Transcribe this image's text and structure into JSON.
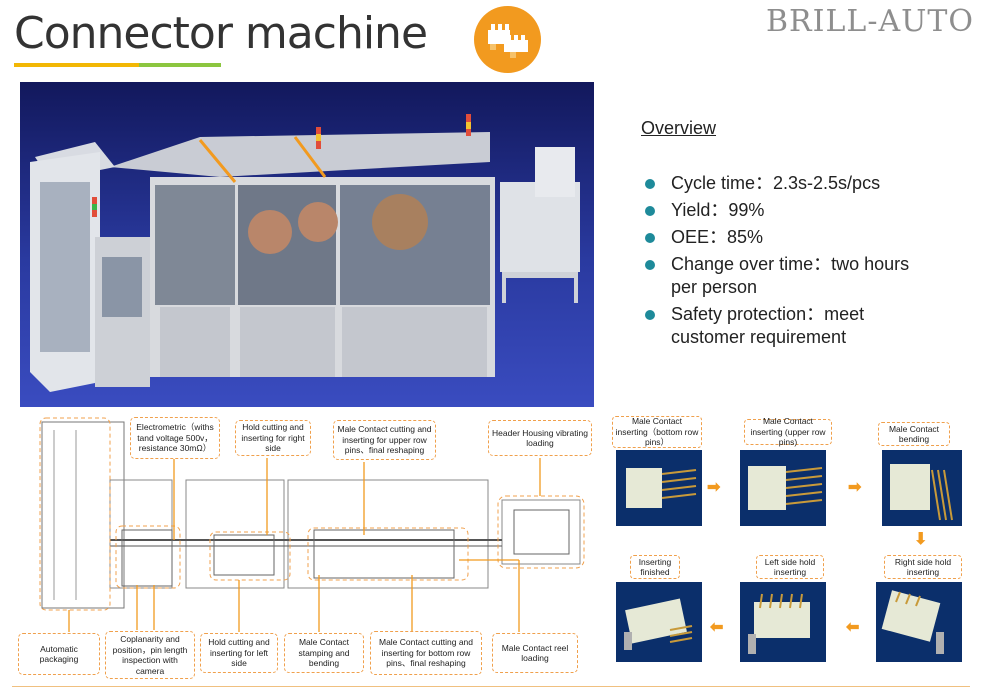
{
  "header": {
    "title": "Connector machine",
    "logo": "BRILL-AUTO"
  },
  "overview": {
    "heading": "Overview",
    "bullets": [
      {
        "line1": "Cycle time：2.3s-2.5s/pcs",
        "line2": ""
      },
      {
        "line1": "Yield：99%",
        "line2": ""
      },
      {
        "line1": "OEE：85%",
        "line2": ""
      },
      {
        "line1": "Change over time：two hours",
        "line2": "per person"
      },
      {
        "line1": "Safety protection：meet",
        "line2": "customer requirement"
      }
    ]
  },
  "layout_labels": {
    "electrometric": "Electrometric（withs tand voltage 500v，resistance 30mΩ）",
    "hold_right": "Hold cutting and inserting for right side",
    "male_upper": "Male Contact cutting and inserting for upper row pins、final reshaping",
    "header_housing": "Header Housing vibrating loading",
    "auto_packaging": "Automatic packaging",
    "coplanarity": "Coplanarity and position，pin length inspection with camera",
    "hold_left": "Hold cutting and inserting for left side",
    "male_stamping": "Male Contact stamping and bending",
    "male_bottom": "Male  Contact cutting and inserting for bottom row pins、final reshaping",
    "male_reel": "Male Contact reel loading"
  },
  "flow": {
    "steps": [
      "Male Contact inserting（bottom row pins）",
      "Male Contact inserting (upper row pins)",
      "Male Contact bending",
      "Right side hold inserting",
      "Left side hold inserting",
      "Inserting finished"
    ]
  },
  "colors": {
    "accent_orange": "#f29a1f",
    "underline_yellow": "#f2b705",
    "underline_green": "#8cc63f",
    "bullet_teal": "#1e8a9a",
    "photo_bg": "#1a2470"
  }
}
